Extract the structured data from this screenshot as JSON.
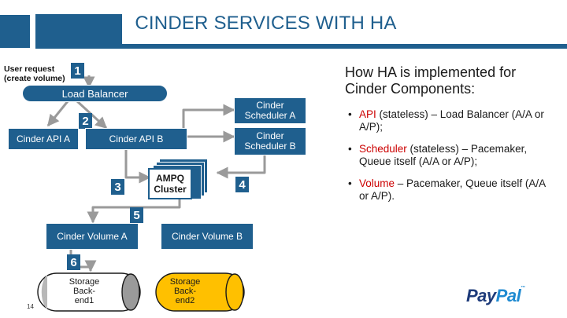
{
  "title": "CINDER SERVICES WITH HA",
  "diagram": {
    "user_request": [
      "User request",
      "(create volume)"
    ],
    "load_balancer": "Load Balancer",
    "cinder_api_a": "Cinder API A",
    "cinder_api_b": "Cinder API B",
    "scheduler_a": [
      "Cinder",
      "Scheduler A"
    ],
    "scheduler_b": [
      "Cinder",
      "Scheduler B"
    ],
    "amqp": [
      "AMPQ",
      "Cluster"
    ],
    "volume_a": "Cinder Volume A",
    "volume_b": "Cinder Volume B",
    "backend1": [
      "Storage",
      "Back-",
      "end1"
    ],
    "backend2": [
      "Storage",
      "Back-",
      "end2"
    ],
    "steps": [
      "1",
      "2",
      "3",
      "4",
      "5",
      "6"
    ]
  },
  "right_panel": {
    "title": "How HA is implemented for Cinder Components:",
    "bullets": [
      {
        "keyword": "API",
        "rest": " (stateless) – Load Balancer (A/A or A/P);"
      },
      {
        "keyword": "Scheduler",
        "rest": " (stateless) – Pacemaker, Queue itself (A/A or A/P);"
      },
      {
        "keyword": "Volume",
        "rest": " – Pacemaker, Queue itself (A/A or A/P)."
      }
    ]
  },
  "page_number": "14",
  "logo": {
    "part1": "Pay",
    "part2": "Pal",
    "mark": "™"
  },
  "colors": {
    "header": "#1f5f8e",
    "keyword": "#cc0000",
    "arrow": "#9a9a9a",
    "logo_dark": "#1e3b7a",
    "logo_light": "#1f8ad1"
  }
}
